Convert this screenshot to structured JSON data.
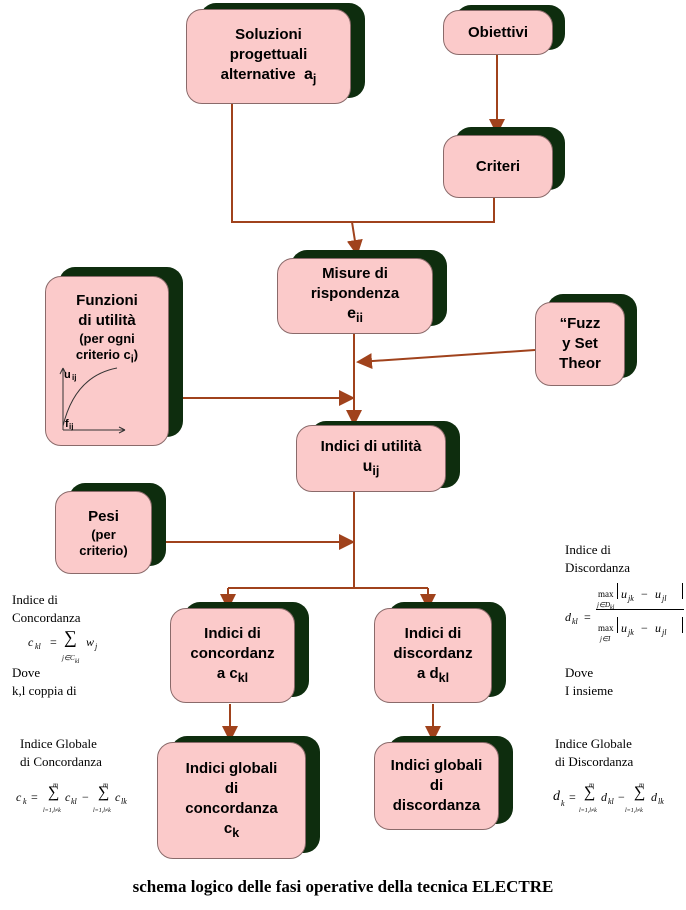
{
  "boxes": {
    "soluzioni": {
      "line1": "Soluzioni",
      "line2": "progettuali",
      "line3": "alternative",
      "sym": "a",
      "sub": "j"
    },
    "obiettivi": {
      "label": "Obiettivi"
    },
    "criteri": {
      "label": "Criteri"
    },
    "misure": {
      "line1": "Misure di",
      "line2": "rispondenza",
      "sym": "e",
      "sub": "ii"
    },
    "funzioni": {
      "line1": "Funzioni",
      "line2": "di utilità",
      "line3": "(per ogni",
      "line4": "criterio c",
      "sub": "i",
      "close": ")",
      "graph_y": "u",
      "graph_y_sub": "ij",
      "graph_x": "f",
      "graph_x_sub": "ij"
    },
    "fuzzy": {
      "line1": "“Fuzz",
      "line2": "y Set",
      "line3": "Theor"
    },
    "utilita": {
      "line1": "Indici di utilità",
      "sym": "u",
      "sub": "ij"
    },
    "pesi": {
      "line1": "Pesi",
      "line2": "(per",
      "line3": "criterio)"
    },
    "concordanza": {
      "line1": "Indici di",
      "line2": "concordanz",
      "line3": "a c",
      "sub": "kl"
    },
    "discordanza": {
      "line1": "Indici di",
      "line2": "discordanz",
      "line3": "a d",
      "sub": "kl"
    },
    "glob_conc": {
      "line1": "Indici globali",
      "line2": "di",
      "line3": "concordanza",
      "sym": "c",
      "sub": "k"
    },
    "glob_disc": {
      "line1": "Indici globali",
      "line2": "di",
      "line3": "discordanza"
    }
  },
  "formulas": {
    "conc": {
      "title1": "Indice di",
      "title2": "Concordanza",
      "dove": "Dove",
      "coppia": "k,l coppia di",
      "lhs": "c",
      "lhs_sub": "kl",
      "eq": "=",
      "sum": "∑",
      "sum_sub": "j∈C",
      "sum_sub2": "kl",
      "term": "w",
      "term_sub": "j"
    },
    "disc": {
      "title1": "Indice di",
      "title2": "Discordanza",
      "dove": "Dove",
      "insieme": "I insieme",
      "lhs": "d",
      "lhs_sub": "kl",
      "eq": "=",
      "num_max": "max",
      "num_max_sub": "j∈D",
      "num_max_sub2": "kl",
      "den_max": "max",
      "den_max_sub": "j∈I",
      "abs_a": "u",
      "abs_a_sub": "jk",
      "minus": "−",
      "abs_b": "u",
      "abs_b_sub": "jl"
    },
    "glob_conc": {
      "title1": "Indice Globale",
      "title2": "di Concordanza",
      "lhs": "c",
      "lhs_sub": "k",
      "eq": "=",
      "sum1_top": "m",
      "sum1_bot": "l=1,l≠k",
      "term1": "c",
      "term1_sub": "kl",
      "minus": "−",
      "sum2_top": "m",
      "sum2_bot": "l=1,l≠k",
      "term2": "c",
      "term2_sub": "lk"
    },
    "glob_disc": {
      "title1": "Indice Globale",
      "title2": "di Discordanza",
      "lhs": "d",
      "lhs_sub": "k",
      "eq": "=",
      "sum1_top": "m",
      "sum1_bot": "l=1,l≠k",
      "term1": "d",
      "term1_sub": "kl",
      "minus": "−",
      "sum2_top": "m",
      "sum2_bot": "l=1,l≠k",
      "term2": "d",
      "term2_sub": "lk"
    }
  },
  "caption": "schema logico delle fasi operative della tecnica ELECTRE",
  "colors": {
    "box_fill": "#fbcaca",
    "box_shadow": "#0e2d0e",
    "connector": "#a0421c"
  }
}
